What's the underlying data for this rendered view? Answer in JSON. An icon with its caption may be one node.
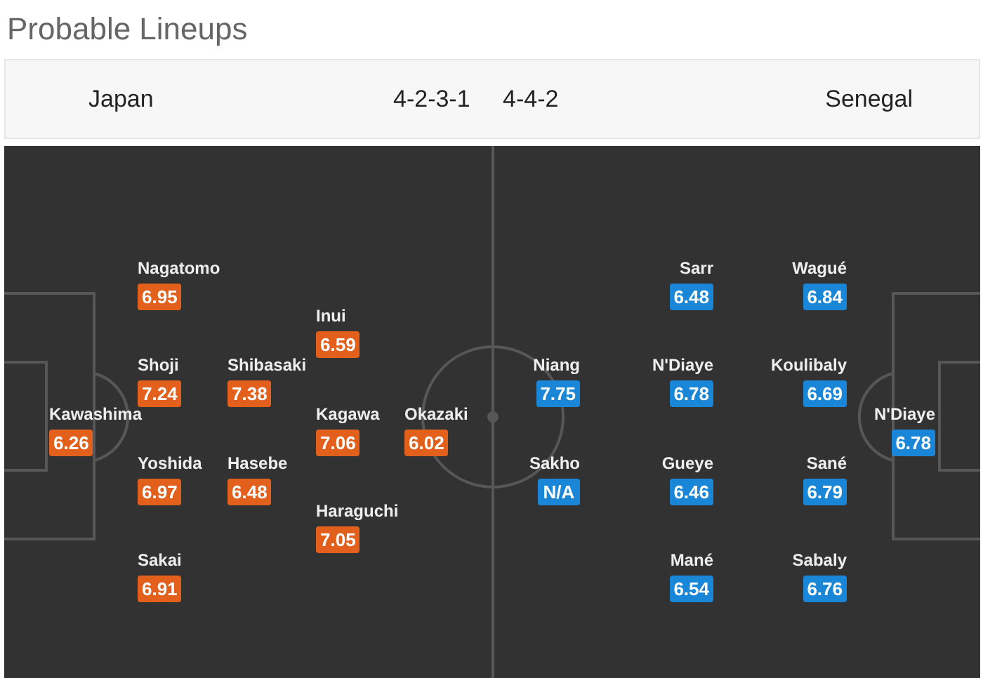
{
  "diagram": {
    "title": "Probable Lineups",
    "nodes": [
      {
        "text": [
          "Japan",
          "4-2-3-1",
          "4-4-2",
          "Senegal"
        ]
      },
      {
        "text": [
          "Kawashima",
          "6.26"
        ]
      },
      {
        "text": [
          "Nagatomo",
          "6.95"
        ]
      },
      {
        "text": [
          "Shoji",
          "7.24"
        ]
      },
      {
        "text": [
          "Yoshida",
          "6.97"
        ]
      },
      {
        "text": [
          "Sakai",
          "6.91"
        ]
      },
      {
        "text": [
          "Shibasaki",
          "7.38"
        ]
      },
      {
        "text": [
          "Hasebe",
          "6.48"
        ]
      },
      {
        "text": [
          "Inui",
          "6.59"
        ]
      },
      {
        "text": [
          "Kagawa",
          "7.06"
        ]
      },
      {
        "text": [
          "Haraguchi",
          "7.05"
        ]
      },
      {
        "text": [
          "Okazaki",
          "6.02"
        ]
      },
      {
        "text": [
          "Niang",
          "7.75"
        ]
      },
      {
        "text": [
          "Sakho",
          "N/A"
        ]
      },
      {
        "text": [
          "Sarr",
          "6.48"
        ]
      },
      {
        "text": [
          "N'Diaye",
          "6.78"
        ]
      },
      {
        "text": [
          "Gueye",
          "6.46"
        ]
      },
      {
        "text": [
          "Mané",
          "6.54"
        ]
      },
      {
        "text": [
          "Wagué",
          "6.84"
        ]
      },
      {
        "text": [
          "Koulibaly",
          "6.69"
        ]
      },
      {
        "text": [
          "Sané",
          "6.79"
        ]
      },
      {
        "text": [
          "Sabaly",
          "6.76"
        ]
      },
      {
        "text": [
          "N'Diaye",
          "6.78"
        ]
      }
    ]
  }
}
